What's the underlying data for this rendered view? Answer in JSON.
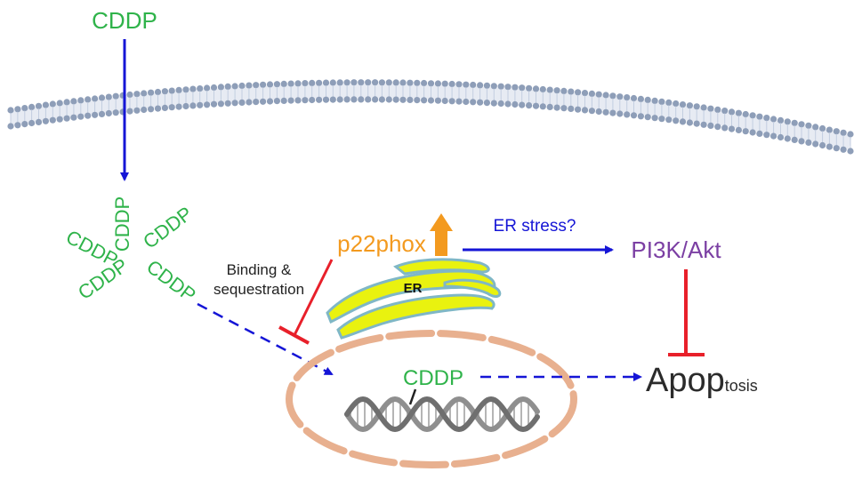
{
  "labels": {
    "cddp_top": "CDDP",
    "cddp_cluster": [
      "CDDP",
      "CDDP",
      "CDDP",
      "CDDP",
      "CDDP"
    ],
    "p22phox": "p22phox",
    "er": "ER",
    "er_stress": "ER stress?",
    "pi3k_akt": "PI3K/Akt",
    "binding_line1": "Binding &",
    "binding_line2": "sequestration",
    "cddp_nucleus": "CDDP",
    "apoptosis_big": "Apop",
    "apoptosis_small": "tosis"
  },
  "colors": {
    "cddp_green": "#2fb34a",
    "p22phox_orange": "#f39a1f",
    "pi3k_purple": "#7b3fa3",
    "arrow_blue": "#1515d6",
    "inhibit_red": "#e8202a",
    "er_fill": "#e9f20f",
    "er_outline": "#7fb7c6",
    "nucleus_orange": "#e8b08f",
    "dna_gray": "#8f8f8f",
    "membrane_blue": "#8e9eb8",
    "text_dark": "#222222"
  }
}
